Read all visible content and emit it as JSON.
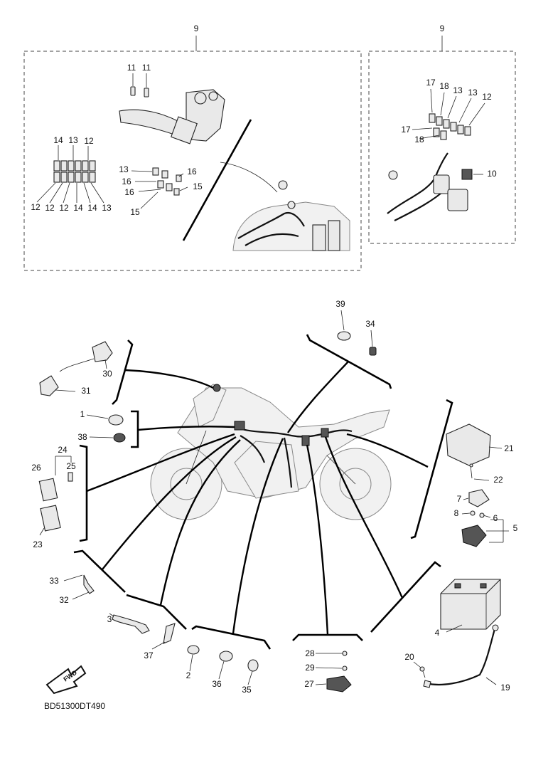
{
  "diagram_code": "BD51300DT490",
  "fwd_label": "FWD",
  "group_labels": {
    "group_left": "9",
    "group_right": "9"
  },
  "labels": {
    "p11a": "11",
    "p11b": "11",
    "p14a": "14",
    "p13a": "13",
    "p12a": "12",
    "p12b": "12",
    "p12c": "12",
    "p12d": "12",
    "p14b": "14",
    "p14c": "14",
    "p13b": "13",
    "p13c": "13",
    "p16a": "16",
    "p16b": "16",
    "p16c": "16",
    "p15a": "15",
    "p15b": "15",
    "p17a": "17",
    "p18a": "18",
    "p13d": "13",
    "p13e": "13",
    "p12e": "12",
    "p17b": "17",
    "p18b": "18",
    "p10": "10",
    "p39": "39",
    "p34": "34",
    "p30": "30",
    "p31": "31",
    "p1": "1",
    "p38": "38",
    "p24": "24",
    "p26": "26",
    "p25": "25",
    "p23": "23",
    "p21": "21",
    "p22": "22",
    "p7": "7",
    "p8": "8",
    "p6": "6",
    "p5": "5",
    "p33": "33",
    "p32": "32",
    "p3": "3",
    "p37": "37",
    "p2": "2",
    "p36": "36",
    "p35": "35",
    "p28": "28",
    "p29": "29",
    "p27": "27",
    "p4": "4",
    "p20": "20",
    "p19": "19"
  }
}
